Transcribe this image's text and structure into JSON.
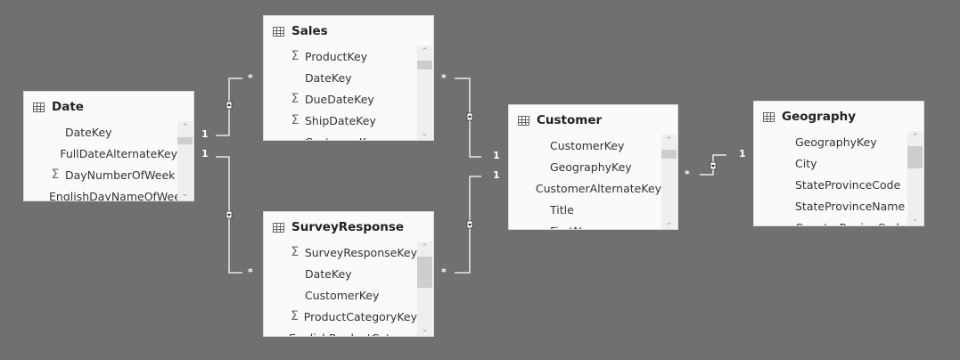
{
  "tables": [
    {
      "id": "t-date",
      "name": "Date",
      "fields": [
        {
          "name": "DateKey",
          "sum": false
        },
        {
          "name": "FullDateAlternateKey",
          "sum": false
        },
        {
          "name": "DayNumberOfWeek",
          "sum": true
        },
        {
          "name": "EnglishDayNameOfWeek",
          "sum": false
        }
      ]
    },
    {
      "id": "t-sales",
      "name": "Sales",
      "fields": [
        {
          "name": "ProductKey",
          "sum": true
        },
        {
          "name": "DateKey",
          "sum": false
        },
        {
          "name": "DueDateKey",
          "sum": true
        },
        {
          "name": "ShipDateKey",
          "sum": true
        },
        {
          "name": "CustomerKey",
          "sum": false
        }
      ]
    },
    {
      "id": "t-customer",
      "name": "Customer",
      "fields": [
        {
          "name": "CustomerKey",
          "sum": false
        },
        {
          "name": "GeographyKey",
          "sum": false
        },
        {
          "name": "CustomerAlternateKey",
          "sum": false
        },
        {
          "name": "Title",
          "sum": false
        },
        {
          "name": "FirstName",
          "sum": false
        }
      ]
    },
    {
      "id": "t-geography",
      "name": "Geography",
      "fields": [
        {
          "name": "GeographyKey",
          "sum": false
        },
        {
          "name": "City",
          "sum": false
        },
        {
          "name": "StateProvinceCode",
          "sum": false
        },
        {
          "name": "StateProvinceName",
          "sum": false
        },
        {
          "name": "CountryRegionCode",
          "sum": false
        }
      ]
    },
    {
      "id": "t-survey",
      "name": "SurveyResponse",
      "fields": [
        {
          "name": "SurveyResponseKey",
          "sum": true
        },
        {
          "name": "DateKey",
          "sum": false
        },
        {
          "name": "CustomerKey",
          "sum": false
        },
        {
          "name": "ProductCategoryKey",
          "sum": true
        },
        {
          "name": "EnglishProductCategoryName",
          "sum": false
        }
      ]
    }
  ],
  "relationships": [
    {
      "from": "Date",
      "to": "Sales",
      "from_card": "1",
      "to_card": "*"
    },
    {
      "from": "Date",
      "to": "SurveyResponse",
      "from_card": "1",
      "to_card": "*"
    },
    {
      "from": "Customer",
      "to": "Sales",
      "from_card": "1",
      "to_card": "*"
    },
    {
      "from": "Customer",
      "to": "SurveyResponse",
      "from_card": "1",
      "to_card": "*"
    },
    {
      "from": "Geography",
      "to": "Customer",
      "from_card": "1",
      "to_card": "*"
    }
  ],
  "icons": {
    "table": "table-grid-icon",
    "measure": "sigma-icon"
  },
  "sigma": "Σ"
}
